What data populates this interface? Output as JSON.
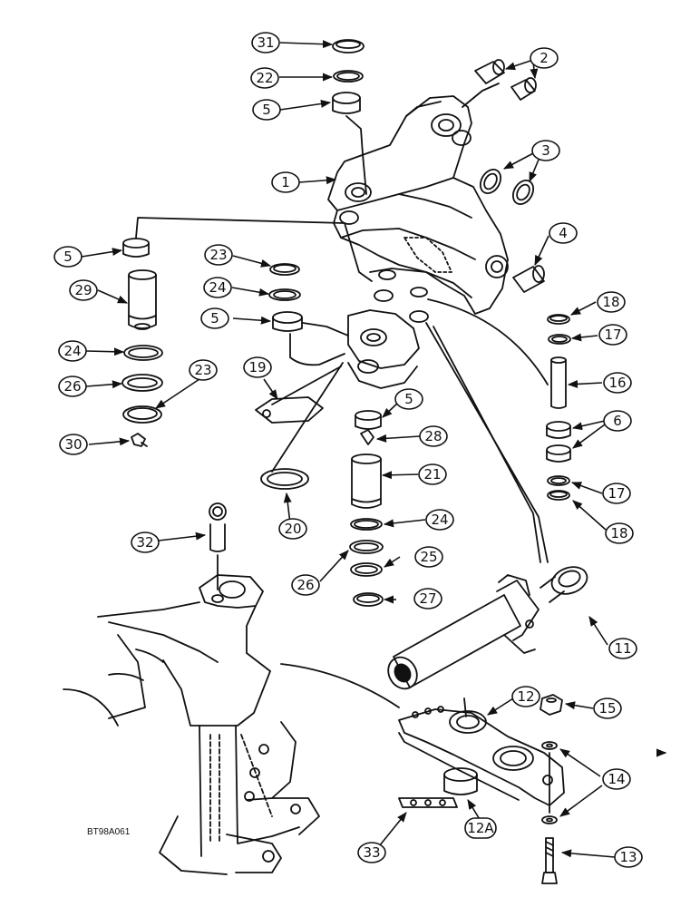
{
  "reference_code": "BT98A061",
  "callouts": [
    {
      "id": "31",
      "label": "31"
    },
    {
      "id": "22",
      "label": "22"
    },
    {
      "id": "5a",
      "label": "5"
    },
    {
      "id": "2",
      "label": "2"
    },
    {
      "id": "1",
      "label": "1"
    },
    {
      "id": "3",
      "label": "3"
    },
    {
      "id": "5b",
      "label": "5"
    },
    {
      "id": "23a",
      "label": "23"
    },
    {
      "id": "4",
      "label": "4"
    },
    {
      "id": "29",
      "label": "29"
    },
    {
      "id": "24a",
      "label": "24"
    },
    {
      "id": "18a",
      "label": "18"
    },
    {
      "id": "5c",
      "label": "5"
    },
    {
      "id": "17a",
      "label": "17"
    },
    {
      "id": "24b",
      "label": "24"
    },
    {
      "id": "26a",
      "label": "26"
    },
    {
      "id": "23b",
      "label": "23"
    },
    {
      "id": "19",
      "label": "19"
    },
    {
      "id": "16",
      "label": "16"
    },
    {
      "id": "5d",
      "label": "5"
    },
    {
      "id": "6",
      "label": "6"
    },
    {
      "id": "30",
      "label": "30"
    },
    {
      "id": "28",
      "label": "28"
    },
    {
      "id": "21",
      "label": "21"
    },
    {
      "id": "17b",
      "label": "17"
    },
    {
      "id": "18b",
      "label": "18"
    },
    {
      "id": "20",
      "label": "20"
    },
    {
      "id": "24c",
      "label": "24"
    },
    {
      "id": "32",
      "label": "32"
    },
    {
      "id": "25",
      "label": "25"
    },
    {
      "id": "26b",
      "label": "26"
    },
    {
      "id": "27",
      "label": "27"
    },
    {
      "id": "11",
      "label": "11"
    },
    {
      "id": "12",
      "label": "12"
    },
    {
      "id": "15",
      "label": "15"
    },
    {
      "id": "14",
      "label": "14"
    },
    {
      "id": "12A",
      "label": "12A"
    },
    {
      "id": "33",
      "label": "33"
    },
    {
      "id": "13",
      "label": "13"
    }
  ]
}
